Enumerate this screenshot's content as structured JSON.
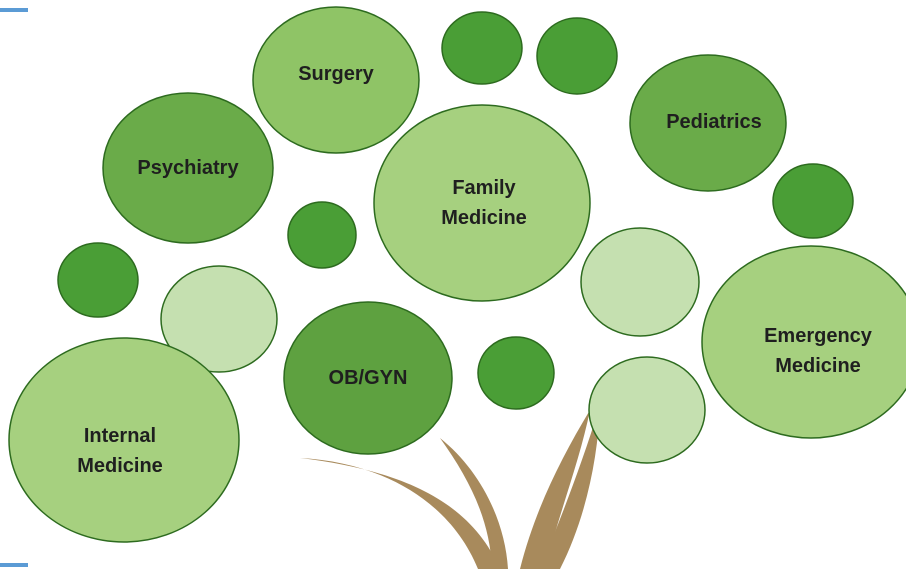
{
  "colors": {
    "dark_green": "#4a9e36",
    "mid_green": "#6aab49",
    "light_green": "#8fc466",
    "lighter_green": "#a6d07f",
    "pale_green": "#c5e0b0",
    "outline": "#2d6b1f",
    "trunk": "#a88a5c",
    "accent_blue": "#5b9bd5"
  },
  "specialties": {
    "surgery": "Surgery",
    "pediatrics": "Pediatrics",
    "psychiatry": "Psychiatry",
    "family_medicine": [
      "Family",
      "Medicine"
    ],
    "emergency_medicine": [
      "Emergency",
      "Medicine"
    ],
    "ob_gyn": "OB/GYN",
    "internal_medicine": [
      "Internal",
      "Medicine"
    ]
  }
}
